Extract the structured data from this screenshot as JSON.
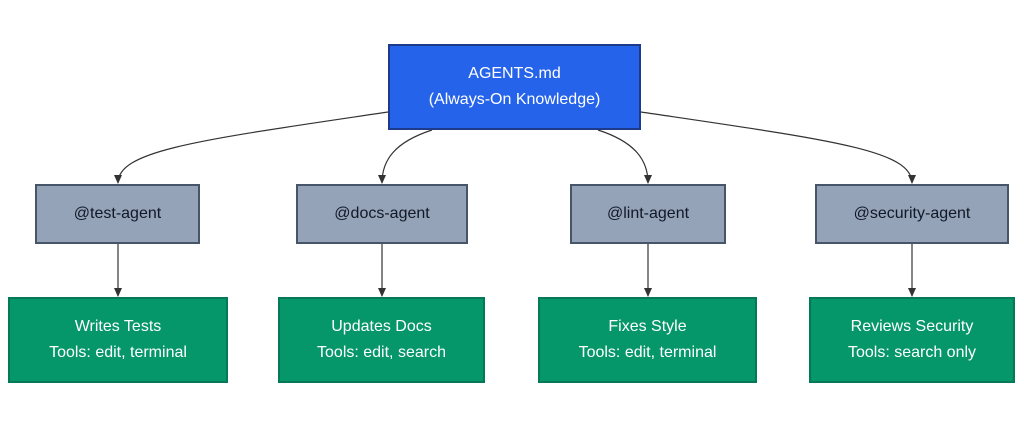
{
  "root": {
    "title": "AGENTS.md",
    "subtitle": "(Always-On Knowledge)"
  },
  "agents": [
    {
      "name": "@test-agent",
      "task": "Writes Tests",
      "tools": "Tools: edit, terminal"
    },
    {
      "name": "@docs-agent",
      "task": "Updates Docs",
      "tools": "Tools: edit, search"
    },
    {
      "name": "@lint-agent",
      "task": "Fixes Style",
      "tools": "Tools: edit, terminal"
    },
    {
      "name": "@security-agent",
      "task": "Reviews Security",
      "tools": "Tools: search only"
    }
  ],
  "colors": {
    "root_fill": "#2563eb",
    "agent_fill": "#94a3b8",
    "task_fill": "#059669",
    "edge": "#333333"
  }
}
